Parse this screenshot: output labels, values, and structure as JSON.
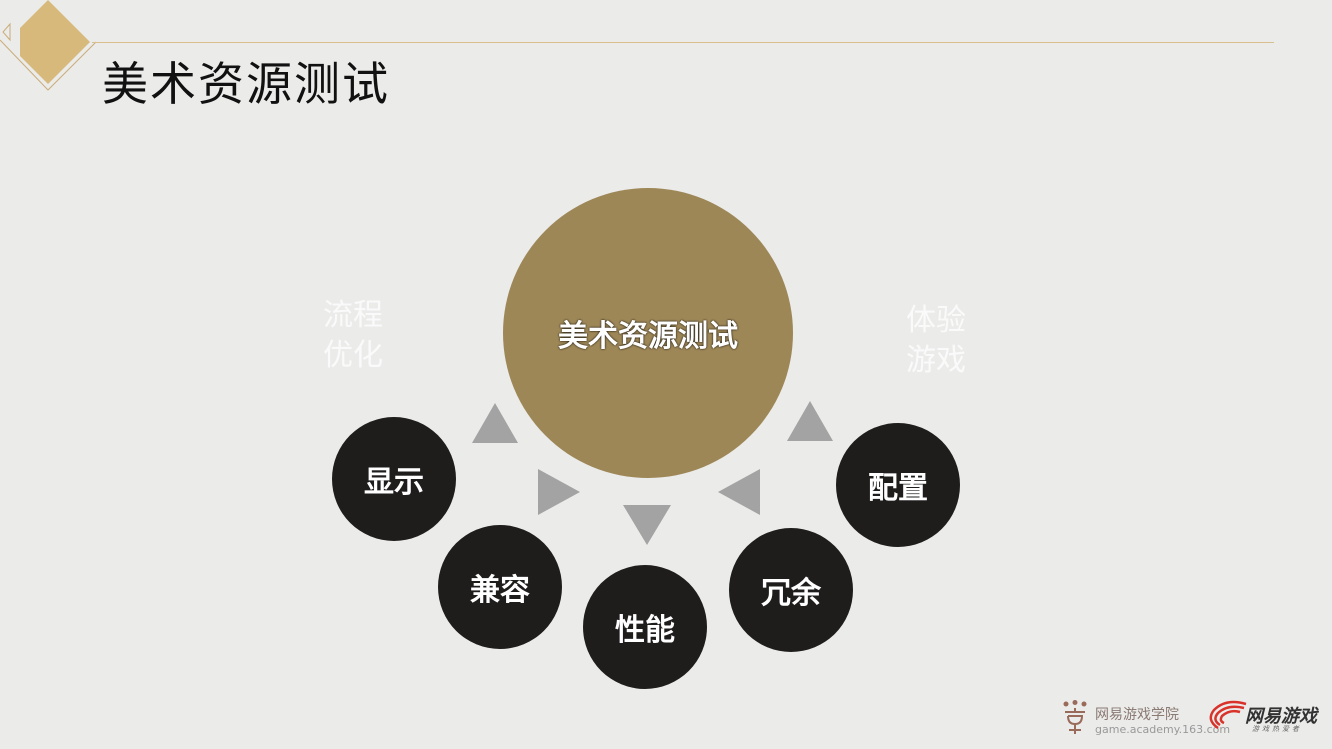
{
  "header": {
    "title": "美术资源测试",
    "accent": "#d8b97c"
  },
  "diagram": {
    "center": {
      "label": "美术资源测试",
      "color": "#9e8757"
    },
    "nodes": [
      {
        "label": "显示"
      },
      {
        "label": "兼容"
      },
      {
        "label": "性能"
      },
      {
        "label": "冗余"
      },
      {
        "label": "配置"
      }
    ],
    "left_goal": {
      "line1": "流程",
      "line2": "优化"
    },
    "right_goal": {
      "line1": "体验",
      "line2": "游戏"
    }
  },
  "footer": {
    "academy_name": "网易游戏学院",
    "academy_url": "game.academy.163.com",
    "brand": "网易游戏",
    "brand_tagline": "游戏热爱者"
  }
}
